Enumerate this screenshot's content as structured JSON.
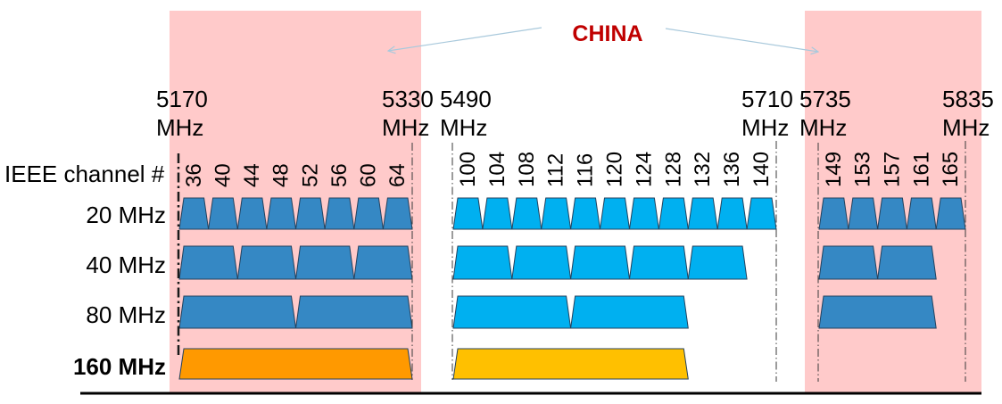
{
  "region_label": "CHINA",
  "freq_labels": [
    {
      "value": "5170",
      "unit": "MHz"
    },
    {
      "value": "5330",
      "unit": "MHz"
    },
    {
      "value": "5490",
      "unit": "MHz"
    },
    {
      "value": "5710",
      "unit": "MHz"
    },
    {
      "value": "5735",
      "unit": "MHz"
    },
    {
      "value": "5835",
      "unit": "MHz"
    }
  ],
  "channel_axis_label": "IEEE channel #",
  "bands": [
    {
      "highlighted": true,
      "channels": [
        "36",
        "40",
        "44",
        "48",
        "52",
        "56",
        "60",
        "64"
      ]
    },
    {
      "highlighted": false,
      "channels": [
        "100",
        "104",
        "108",
        "112",
        "116",
        "120",
        "124",
        "128",
        "132",
        "136",
        "140"
      ]
    },
    {
      "highlighted": true,
      "channels": [
        "149",
        "153",
        "157",
        "161",
        "165"
      ]
    }
  ],
  "rows": [
    {
      "label": "20 MHz",
      "groups": [
        {
          "color": "#3588c4",
          "blocks": [
            [
              36,
              36
            ],
            [
              40,
              40
            ],
            [
              44,
              44
            ],
            [
              48,
              48
            ],
            [
              52,
              52
            ],
            [
              56,
              56
            ],
            [
              60,
              60
            ],
            [
              64,
              64
            ]
          ]
        },
        {
          "color": "#00b0f0",
          "blocks": [
            [
              100,
              100
            ],
            [
              104,
              104
            ],
            [
              108,
              108
            ],
            [
              112,
              112
            ],
            [
              116,
              116
            ],
            [
              120,
              120
            ],
            [
              124,
              124
            ],
            [
              128,
              128
            ],
            [
              132,
              132
            ],
            [
              136,
              136
            ],
            [
              140,
              140
            ]
          ]
        },
        {
          "color": "#3588c4",
          "blocks": [
            [
              149,
              149
            ],
            [
              153,
              153
            ],
            [
              157,
              157
            ],
            [
              161,
              161
            ],
            [
              165,
              165
            ]
          ]
        }
      ]
    },
    {
      "label": "40 MHz",
      "groups": [
        {
          "color": "#3588c4",
          "blocks": [
            [
              36,
              40
            ],
            [
              44,
              48
            ],
            [
              52,
              56
            ],
            [
              60,
              64
            ]
          ]
        },
        {
          "color": "#00b0f0",
          "blocks": [
            [
              100,
              104
            ],
            [
              108,
              112
            ],
            [
              116,
              120
            ],
            [
              124,
              128
            ],
            [
              132,
              136
            ]
          ]
        },
        {
          "color": "#3588c4",
          "blocks": [
            [
              149,
              153
            ],
            [
              157,
              161
            ]
          ]
        }
      ]
    },
    {
      "label": "80 MHz",
      "groups": [
        {
          "color": "#3588c4",
          "blocks": [
            [
              36,
              48
            ],
            [
              52,
              64
            ]
          ]
        },
        {
          "color": "#00b0f0",
          "blocks": [
            [
              100,
              112
            ],
            [
              116,
              128
            ]
          ]
        },
        {
          "color": "#3588c4",
          "blocks": [
            [
              149,
              161
            ]
          ]
        }
      ]
    },
    {
      "label": "160 MHz",
      "groups": [
        {
          "color": "#ff9900",
          "blocks": [
            [
              36,
              64
            ]
          ]
        },
        {
          "color": "#ffc000",
          "blocks": [
            [
              100,
              128
            ]
          ]
        }
      ]
    }
  ],
  "colors": {
    "highlight": "#ffcaca",
    "region_label": "#c00000",
    "arrow": "#a9c9dc"
  }
}
